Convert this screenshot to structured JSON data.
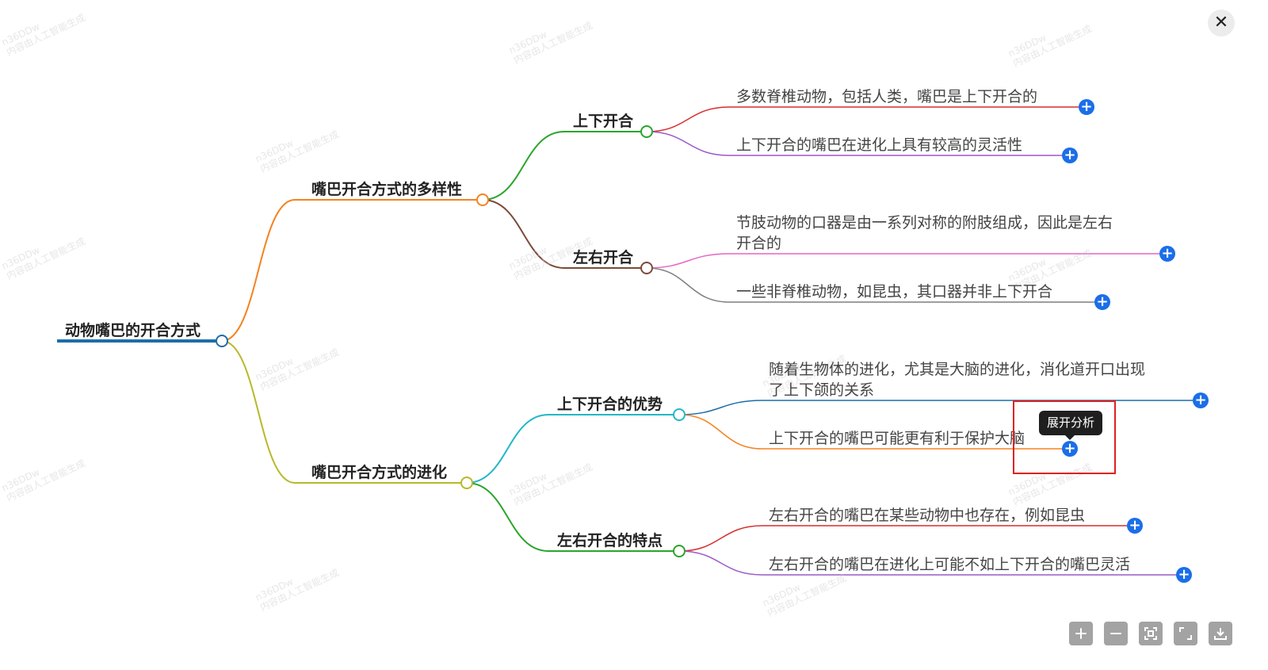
{
  "mindmap": {
    "root": "动物嘴巴的开合方式",
    "branches": [
      {
        "label": "嘴巴开合方式的多样性",
        "color": "#f58220",
        "children": [
          {
            "label": "上下开合",
            "color": "#2aa52a",
            "leaves": [
              {
                "lines": [
                  "多数脊椎动物，包括人类，嘴巴是上下开合的"
                ],
                "color": "#d92d2d"
              },
              {
                "lines": [
                  "上下开合的嘴巴在进化上具有较高的灵活性"
                ],
                "color": "#9b59c6"
              }
            ]
          },
          {
            "label": "左右开合",
            "color": "#7a4a3a",
            "leaves": [
              {
                "lines": [
                  "节肢动物的口器是由一系列对称的附肢组成，因此是左右",
                  "开合的"
                ],
                "color": "#e466c4"
              },
              {
                "lines": [
                  "一些非脊椎动物，如昆虫，其口器并非上下开合"
                ],
                "color": "#7f7f7f"
              }
            ]
          }
        ]
      },
      {
        "label": "嘴巴开合方式的进化",
        "color": "#b8b82a",
        "children": [
          {
            "label": "上下开合的优势",
            "color": "#21b7c9",
            "leaves": [
              {
                "lines": [
                  "随着生物体的进化，尤其是大脑的进化，消化道开口出现",
                  "了上下颌的关系"
                ],
                "color": "#1c6ea8"
              },
              {
                "lines": [
                  "上下开合的嘴巴可能更有利于保护大脑"
                ],
                "color": "#f58220"
              }
            ]
          },
          {
            "label": "左右开合的特点",
            "color": "#2aa52a",
            "leaves": [
              {
                "lines": [
                  "左右开合的嘴巴在某些动物中也存在，例如昆虫"
                ],
                "color": "#d92d2d"
              },
              {
                "lines": [
                  "左右开合的嘴巴在进化上可能不如上下开合的嘴巴灵活"
                ],
                "color": "#9b59c6"
              }
            ]
          }
        ]
      }
    ]
  },
  "root_color": "#1c6ea8",
  "accent": "#1b6ee8",
  "expand_symbol": "+",
  "tooltip_text": "展开分析",
  "close_symbol": "✕",
  "watermark": {
    "line1": "n36DDw",
    "line2": "内容由人工智能生成"
  },
  "toolbar_icons": [
    "zoom-in-icon",
    "zoom-out-icon",
    "fit-screen-icon",
    "fullscreen-icon",
    "download-icon"
  ]
}
